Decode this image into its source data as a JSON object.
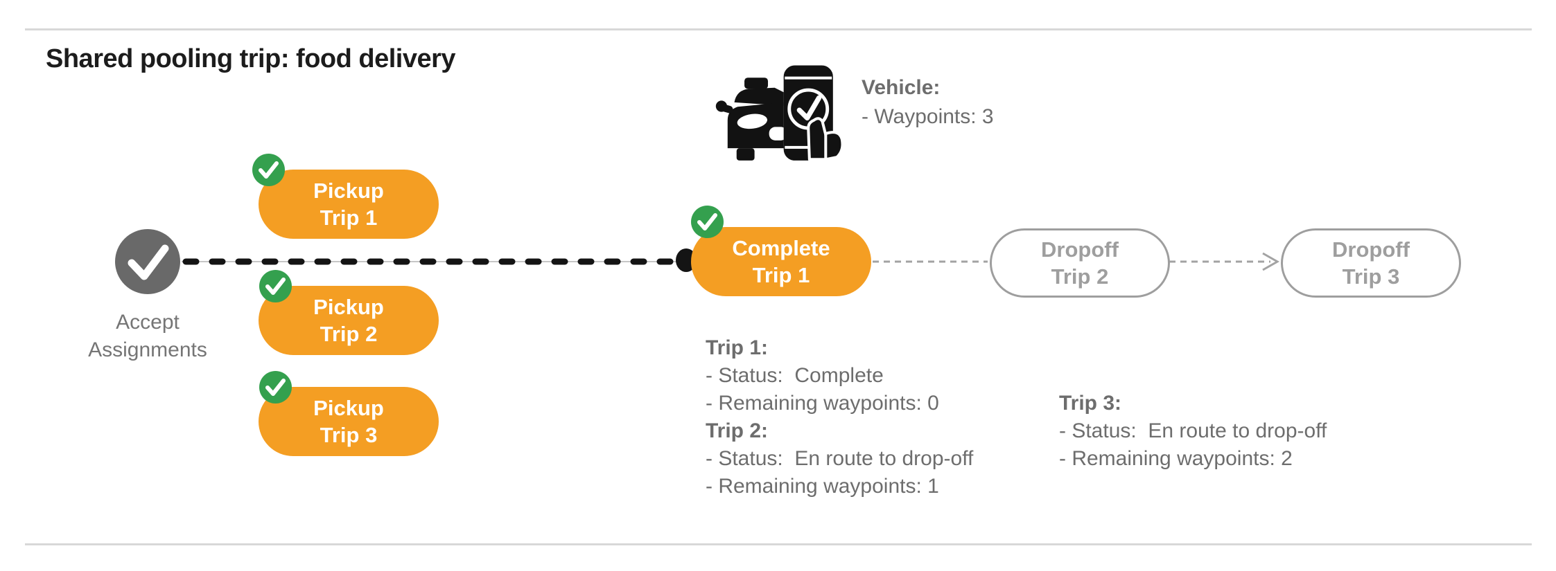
{
  "title": "Shared pooling trip: food delivery",
  "vehicle": {
    "icon": "car-phone-check-icon",
    "label": "Vehicle:",
    "waypoints": "- Waypoints: 3"
  },
  "flow": {
    "start": {
      "icon": "check-icon",
      "line1": "Accept",
      "line2": "Assignments"
    },
    "nodes": [
      {
        "id": "pickup-trip-1",
        "line1": "Pickup",
        "line2": "Trip 1",
        "style": "filled",
        "checked": true
      },
      {
        "id": "pickup-trip-2",
        "line1": "Pickup",
        "line2": "Trip 2",
        "style": "filled",
        "checked": true
      },
      {
        "id": "pickup-trip-3",
        "line1": "Pickup",
        "line2": "Trip 3",
        "style": "filled",
        "checked": true
      },
      {
        "id": "complete-trip-1",
        "line1": "Complete",
        "line2": "Trip 1",
        "style": "filled",
        "checked": true
      },
      {
        "id": "dropoff-trip-2",
        "line1": "Dropoff",
        "line2": "Trip 2",
        "style": "outline",
        "checked": false
      },
      {
        "id": "dropoff-trip-3",
        "line1": "Dropoff",
        "line2": "Trip 3",
        "style": "outline",
        "checked": false
      }
    ],
    "badge_icon": "check-circle-icon",
    "current_position_marker": "black-dot"
  },
  "status": {
    "block1": {
      "trip1_title": "Trip 1:",
      "trip1_status": "- Status:  Complete",
      "trip1_waypoints": "- Remaining waypoints: 0",
      "trip2_title": "Trip 2:",
      "trip2_status": "- Status:  En route to drop-off",
      "trip2_waypoints": "- Remaining waypoints: 1"
    },
    "block2": {
      "trip3_title": "Trip 3:",
      "trip3_status": "- Status:  En route to drop-off",
      "trip3_waypoints": "- Remaining waypoints: 2"
    }
  },
  "colors": {
    "orange": "#F49E23",
    "green": "#34A04E",
    "start_gray": "#696969",
    "text_gray": "#6d6d6d",
    "outline_gray": "#9e9e9e",
    "line_black": "#141414",
    "hairline": "#d8d8d8"
  }
}
